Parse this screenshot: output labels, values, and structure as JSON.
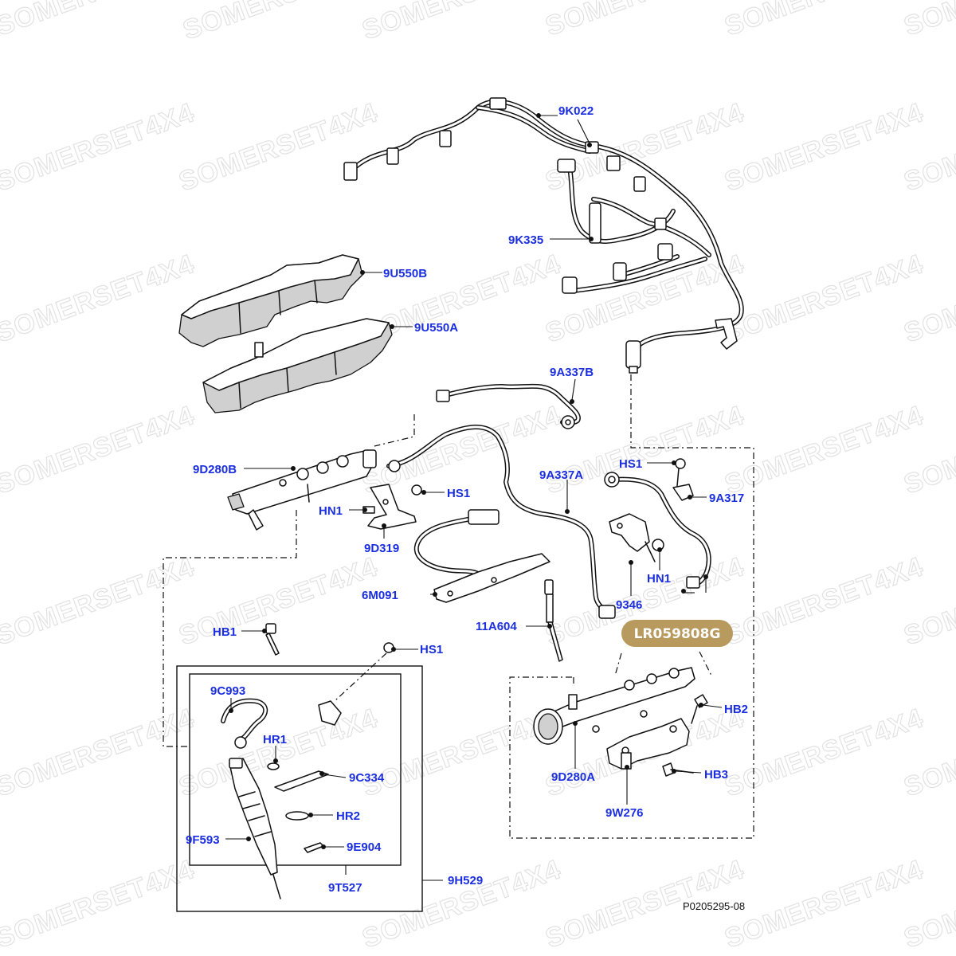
{
  "watermark": "SOMERSET4X4",
  "badge": {
    "text": "LR059808G",
    "color": "#b89a5e"
  },
  "reference": "P0205295-08",
  "label_color": "#1b2fe0",
  "labels": {
    "9K022": "9K022",
    "9K335": "9K335",
    "9U550B": "9U550B",
    "9U550A": "9U550A",
    "9A337B": "9A337B",
    "9D280B": "9D280B",
    "HS1_a": "HS1",
    "9A337A": "9A337A",
    "HS1_b": "HS1",
    "9A317": "9A317",
    "HN1_a": "HN1",
    "HN1_b": "HN1",
    "9D319": "9D319",
    "6M091": "6M091",
    "9346": "9346",
    "11A604": "11A604",
    "HB1": "HB1",
    "HS1_c": "HS1",
    "9C993": "9C993",
    "HR1": "HR1",
    "9C334": "9C334",
    "HR2": "HR2",
    "9F593": "9F593",
    "9E904": "9E904",
    "9T527": "9T527",
    "9H529": "9H529",
    "HB2": "HB2",
    "HB3": "HB3",
    "9D280A": "9D280A",
    "9W276": "9W276"
  }
}
